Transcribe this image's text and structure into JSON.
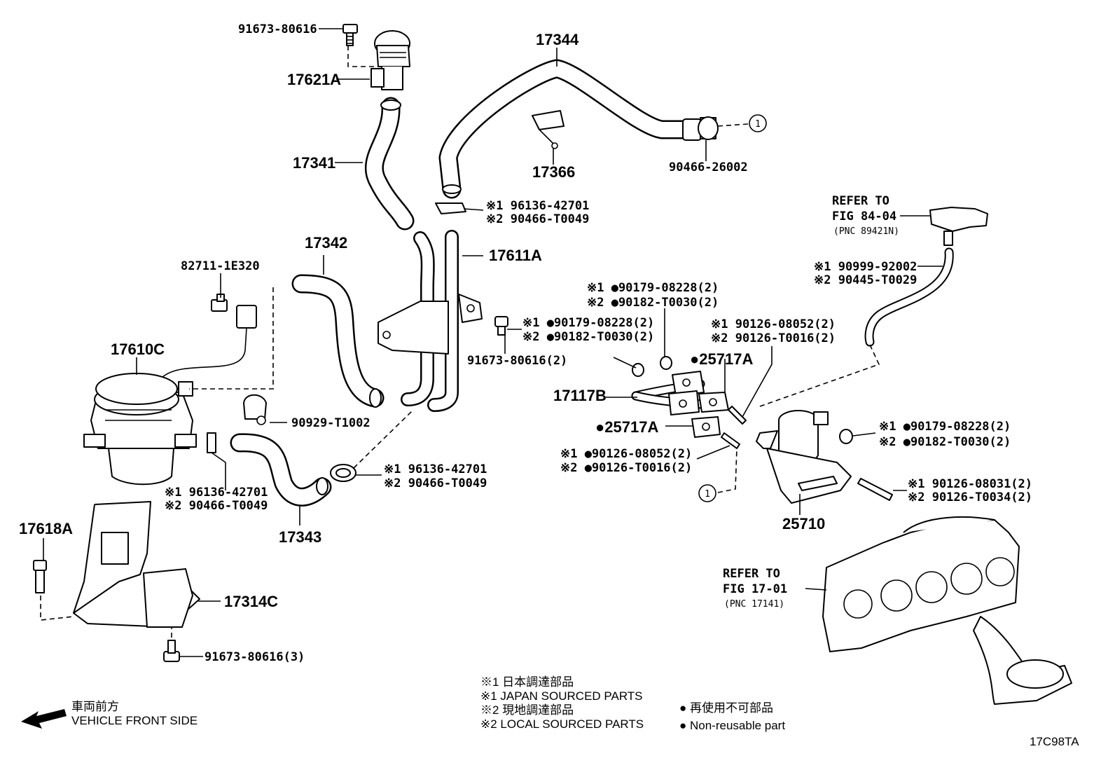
{
  "labels": {
    "p91673_top": "91673-80616",
    "p17621A": "17621A",
    "p17341": "17341",
    "p17344": "17344",
    "p17366": "17366",
    "p90466_26002": "90466-26002",
    "refer84_l1": "REFER TO",
    "refer84_l2": "FIG 84-04",
    "refer84_l3": "(PNC 89421N)",
    "clamp1_a": "※1 96136-42701",
    "clamp1_b": "※2 90466-T0049",
    "p17342": "17342",
    "p17611A": "17611A",
    "p82711": "82711-1E320",
    "p17610C": "17610C",
    "bolt_a": "※1 ●90179-08228(2)",
    "bolt_b": "※2 ●90182-T0030(2)",
    "p91673_2": "91673-80616(2)",
    "nut2_a": "※1 ●90179-08228(2)",
    "nut2_b": "※2 ●90182-T0030(2)",
    "stud1_a": "※1 90126-08052(2)",
    "stud1_b": "※2 90126-T0016(2)",
    "hoseR_a": "※1 90999-92002",
    "hoseR_b": "※2 90445-T0029",
    "g25717A_1": "●25717A",
    "p17117B": "17117B",
    "g25717A_2": "●25717A",
    "p90929": "90929-T1002",
    "stud2_a": "※1 ●90126-08052(2)",
    "stud2_b": "※2 ●90126-T0016(2)",
    "nut3_a": "※1 ●90179-08228(2)",
    "nut3_b": "※2 ●90182-T0030(2)",
    "clamp2_a": "※1 96136-42701",
    "clamp2_b": "※2 90466-T0049",
    "clamp3_a": "※1 96136-42701",
    "clamp3_b": "※2 90466-T0049",
    "stud3_a": "※1 90126-08031(2)",
    "stud3_b": "※2 90126-T0034(2)",
    "p17343": "17343",
    "p25710": "25710",
    "p17618A": "17618A",
    "p17314C": "17314C",
    "refer17_l1": "REFER TO",
    "refer17_l2": "FIG 17-01",
    "refer17_l3": "(PNC 17141)",
    "p91673_3": "91673-80616(3)",
    "callout1": "1",
    "callout2": "1"
  },
  "legend": {
    "arrow_jp": "車両前方",
    "arrow_en": "VEHICLE FRONT SIDE",
    "n1_jp": "※1 日本調達部品",
    "n1_en": "※1 JAPAN SOURCED PARTS",
    "n2_jp": "※2 現地調達部品",
    "n2_en": "※2 LOCAL SOURCED PARTS",
    "nr_jp": "● 再使用不可部品",
    "nr_en": "● Non-reusable part"
  },
  "figure_code": "17C98TA"
}
